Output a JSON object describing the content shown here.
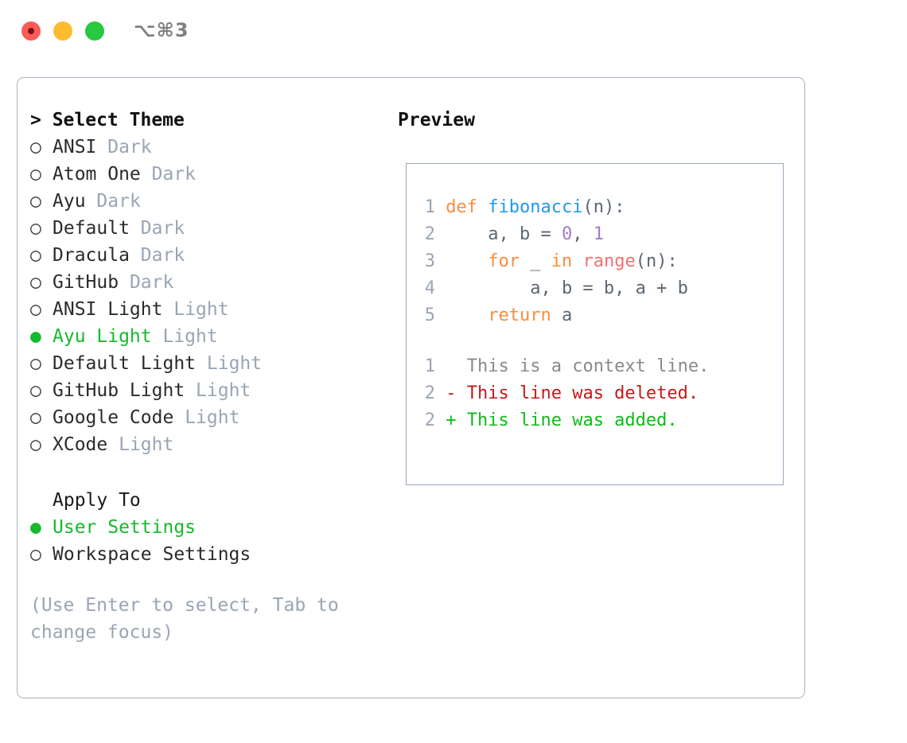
{
  "titlebar": {
    "shortcut": "⌥⌘3",
    "buttons": {
      "close": "close",
      "minimize": "minimize",
      "maximize": "maximize"
    }
  },
  "theme_selector": {
    "heading": "> Select Theme",
    "options": [
      {
        "marker": "○",
        "label": "ANSI",
        "tag": "Dark",
        "selected": false
      },
      {
        "marker": "○",
        "label": "Atom One",
        "tag": "Dark",
        "selected": false
      },
      {
        "marker": "○",
        "label": "Ayu",
        "tag": "Dark",
        "selected": false
      },
      {
        "marker": "○",
        "label": "Default",
        "tag": "Dark",
        "selected": false
      },
      {
        "marker": "○",
        "label": "Dracula",
        "tag": "Dark",
        "selected": false
      },
      {
        "marker": "○",
        "label": "GitHub",
        "tag": "Dark",
        "selected": false
      },
      {
        "marker": "○",
        "label": "ANSI Light",
        "tag": "Light",
        "selected": false
      },
      {
        "marker": "●",
        "label": "Ayu Light",
        "tag": "Light",
        "selected": true
      },
      {
        "marker": "○",
        "label": "Default Light",
        "tag": "Light",
        "selected": false
      },
      {
        "marker": "○",
        "label": "GitHub Light",
        "tag": "Light",
        "selected": false
      },
      {
        "marker": "○",
        "label": "Google Code",
        "tag": "Light",
        "selected": false
      },
      {
        "marker": "○",
        "label": "XCode",
        "tag": "Light",
        "selected": false
      }
    ]
  },
  "apply_to": {
    "heading": "Apply To",
    "options": [
      {
        "marker": "●",
        "label": "User Settings",
        "selected": true
      },
      {
        "marker": "○",
        "label": "Workspace Settings",
        "selected": false
      }
    ]
  },
  "hint": "(Use Enter to select, Tab to change focus)",
  "preview": {
    "title": "Preview",
    "code_lines": [
      {
        "number": "1",
        "tokens": [
          {
            "text": " ",
            "type": "plain"
          },
          {
            "text": "def",
            "type": "keyword"
          },
          {
            "text": " ",
            "type": "plain"
          },
          {
            "text": "fibonacci",
            "type": "function"
          },
          {
            "text": "(n):",
            "type": "plain"
          }
        ]
      },
      {
        "number": "2",
        "tokens": [
          {
            "text": "     a, b = ",
            "type": "plain"
          },
          {
            "text": "0",
            "type": "number"
          },
          {
            "text": ", ",
            "type": "plain"
          },
          {
            "text": "1",
            "type": "number"
          }
        ]
      },
      {
        "number": "3",
        "tokens": [
          {
            "text": "     ",
            "type": "plain"
          },
          {
            "text": "for",
            "type": "keyword"
          },
          {
            "text": " _ ",
            "type": "plain"
          },
          {
            "text": "in",
            "type": "keyword"
          },
          {
            "text": " ",
            "type": "plain"
          },
          {
            "text": "range",
            "type": "builtin"
          },
          {
            "text": "(n):",
            "type": "plain"
          }
        ]
      },
      {
        "number": "4",
        "tokens": [
          {
            "text": "         a, b = b, a + b",
            "type": "plain"
          }
        ]
      },
      {
        "number": "5",
        "tokens": [
          {
            "text": "     ",
            "type": "plain"
          },
          {
            "text": "return",
            "type": "keyword"
          },
          {
            "text": " a",
            "type": "plain"
          }
        ]
      }
    ],
    "diff_lines": [
      {
        "number": "1",
        "prefix": "   ",
        "text": "This is a context line.",
        "type": "context"
      },
      {
        "number": "2",
        "prefix": " - ",
        "text": "This line was deleted.",
        "type": "deleted"
      },
      {
        "number": "2",
        "prefix": " + ",
        "text": "This line was added.",
        "type": "added"
      }
    ]
  },
  "colors": {
    "accent_green": "#17b92e",
    "tag_gray": "#9aa5b4",
    "border": "#aab4c2",
    "preview_border": "#9aa8bc",
    "keyword": "#fa8d3e",
    "function": "#1e9ae8",
    "number": "#a37acc",
    "builtin": "#f07171",
    "diff_deleted": "#c41a16",
    "diff_added": "#0fbb18",
    "traffic_red": "#fc5b57",
    "traffic_yellow": "#fdbc2f",
    "traffic_green": "#28c83f"
  }
}
